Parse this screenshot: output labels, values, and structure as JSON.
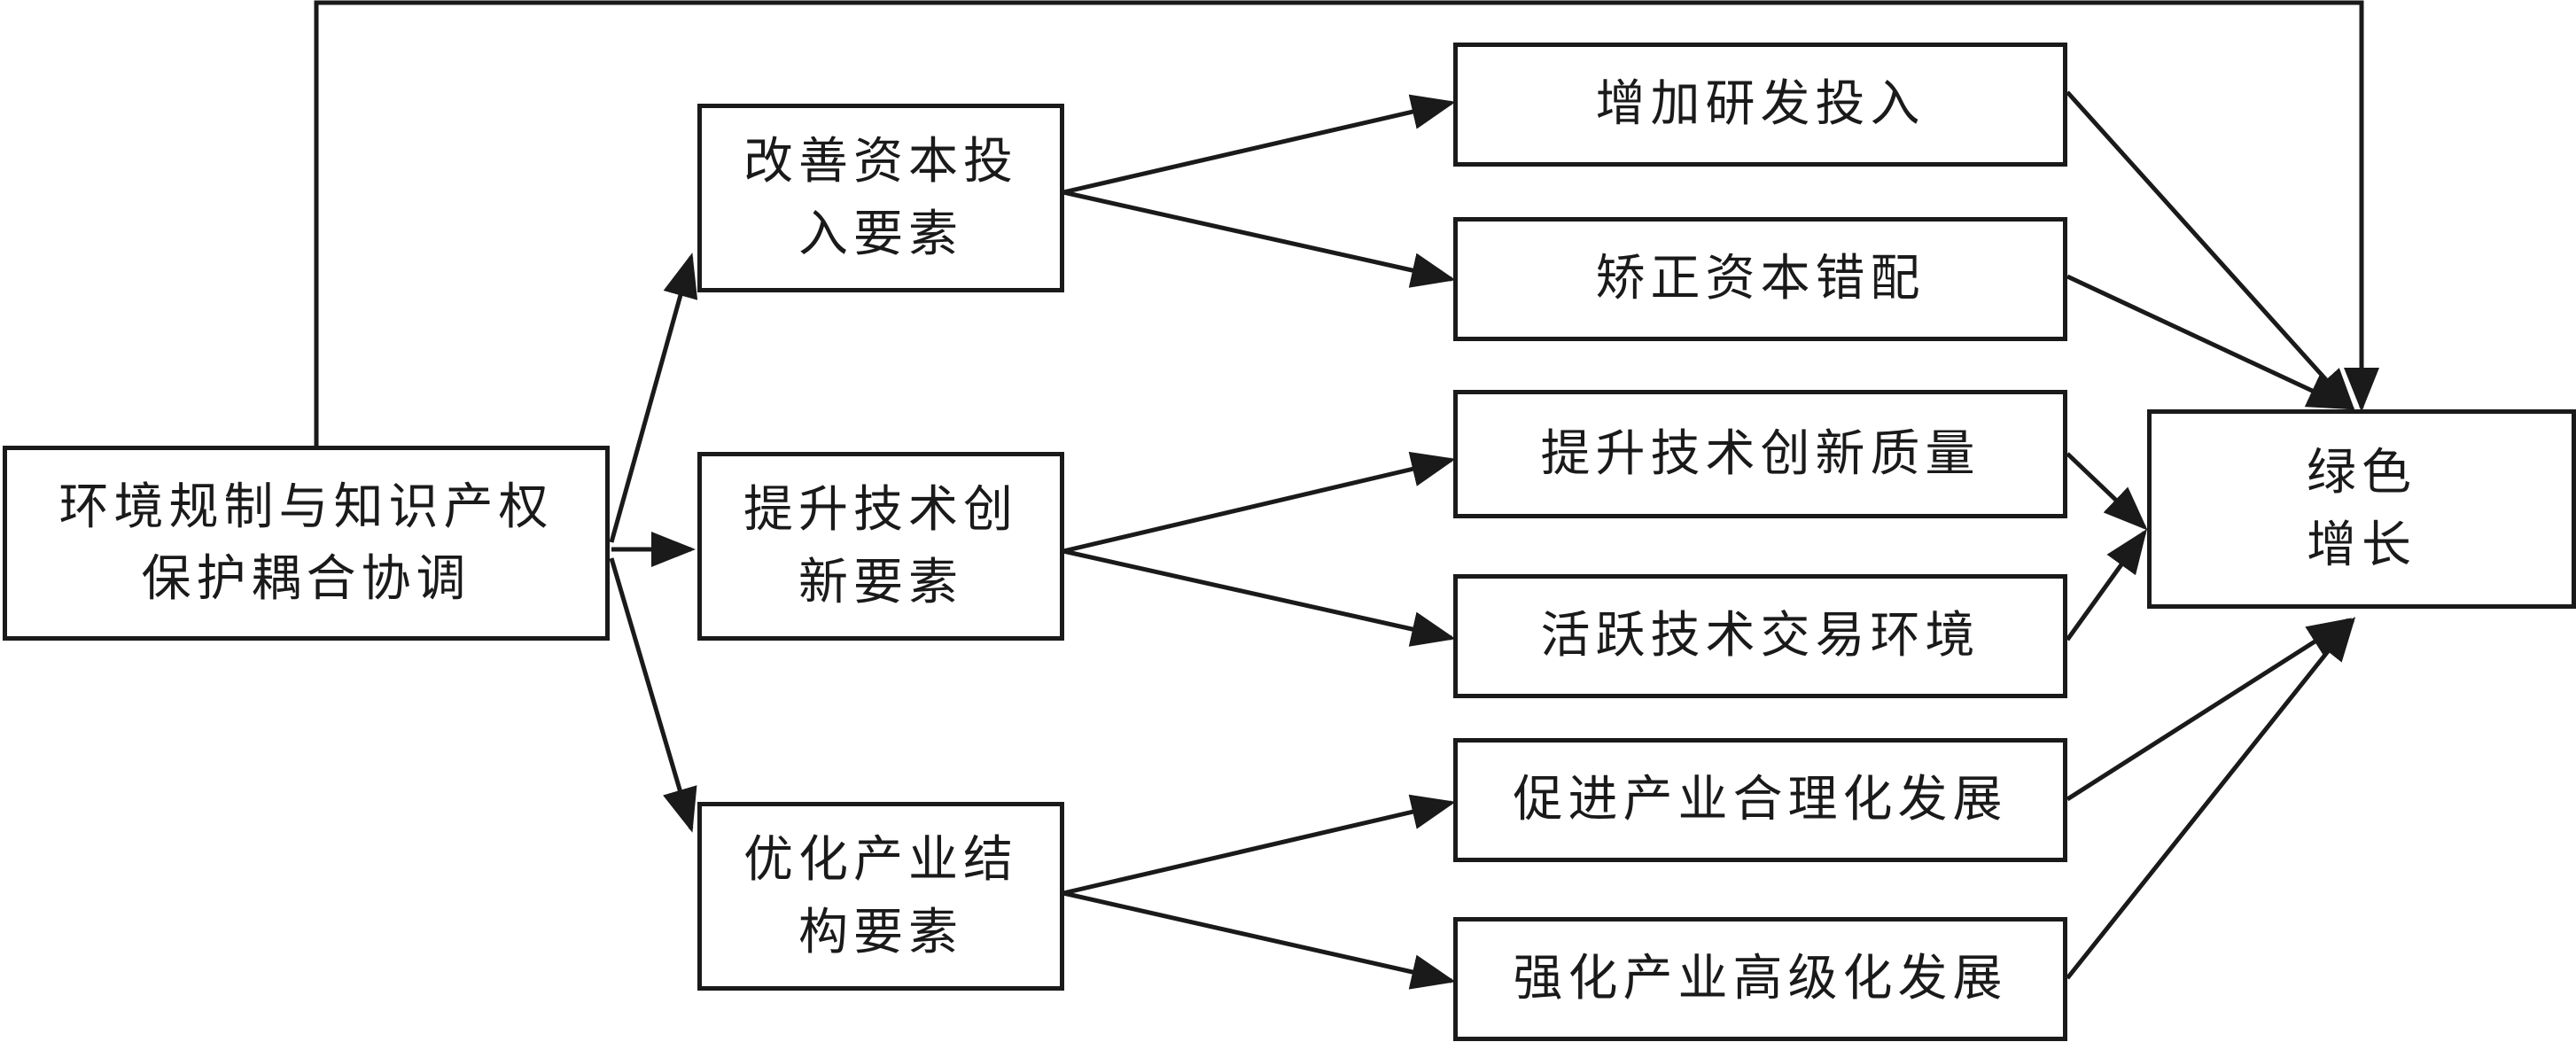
{
  "source": {
    "lines": [
      "环境规制与知识产权",
      "保护耦合协调"
    ]
  },
  "mediators": [
    {
      "lines": [
        "改善资本投",
        "入要素"
      ]
    },
    {
      "lines": [
        "提升技术创",
        "新要素"
      ]
    },
    {
      "lines": [
        "优化产业结",
        "构要素"
      ]
    }
  ],
  "channels": [
    {
      "lines": [
        "增加研发投入"
      ]
    },
    {
      "lines": [
        "矫正资本错配"
      ]
    },
    {
      "lines": [
        "提升技术创新质量"
      ]
    },
    {
      "lines": [
        "活跃技术交易环境"
      ]
    },
    {
      "lines": [
        "促进产业合理化发展"
      ]
    },
    {
      "lines": [
        "强化产业高级化发展"
      ]
    }
  ],
  "outcome": {
    "lines": [
      "绿色",
      "增长"
    ]
  },
  "colors": {
    "line": "#1a1a1a",
    "box_fill": "#ffffff",
    "background": "#ffffff"
  }
}
